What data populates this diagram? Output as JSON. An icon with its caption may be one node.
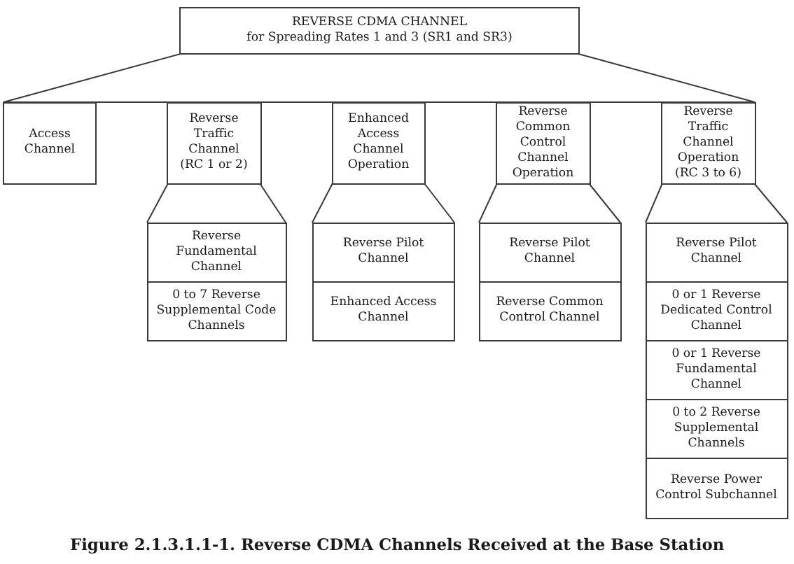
{
  "diagram": {
    "caption": "Figure 2.1.3.1.1-1. Reverse CDMA Channels Received at the Base Station",
    "nodes": [
      {
        "text": [
          "REVERSE CDMA CHANNEL",
          "for Spreading Rates 1 and 3 (SR1 and SR3)"
        ]
      },
      {
        "text": [
          "Access Channel"
        ]
      },
      {
        "text": [
          "Reverse Traffic Channel (RC 1 or 2)"
        ]
      },
      {
        "text": [
          "Enhanced Access Channel Operation"
        ]
      },
      {
        "text": [
          "Reverse Common Control Channel Operation"
        ]
      },
      {
        "text": [
          "Reverse Traffic Channel Operation (RC 3 to 6)"
        ]
      },
      {
        "text": [
          "Reverse Fundamental Channel"
        ]
      },
      {
        "text": [
          "0 to 7 Reverse Supplemental Code Channels"
        ]
      },
      {
        "text": [
          "Reverse Pilot Channel"
        ]
      },
      {
        "text": [
          "Enhanced Access Channel"
        ]
      },
      {
        "text": [
          "Reverse Pilot Channel"
        ]
      },
      {
        "text": [
          "Reverse Common Control Channel"
        ]
      },
      {
        "text": [
          "Reverse Pilot Channel"
        ]
      },
      {
        "text": [
          "0 or 1 Reverse Dedicated Control Channel"
        ]
      },
      {
        "text": [
          "0 or 1 Reverse Fundamental Channel"
        ]
      },
      {
        "text": [
          "0 to 2 Reverse Supplemental Channels"
        ]
      },
      {
        "text": [
          "Reverse Power Control Subchannel"
        ]
      }
    ],
    "edges": [
      {
        "from": 0,
        "to": 1,
        "arrow": "none"
      },
      {
        "from": 0,
        "to": 2,
        "arrow": "none"
      },
      {
        "from": 0,
        "to": 3,
        "arrow": "none"
      },
      {
        "from": 0,
        "to": 4,
        "arrow": "none"
      },
      {
        "from": 0,
        "to": 5,
        "arrow": "none"
      },
      {
        "from": 2,
        "to": 6,
        "arrow": "none"
      },
      {
        "from": 3,
        "to": 8,
        "arrow": "none"
      },
      {
        "from": 4,
        "to": 10,
        "arrow": "none"
      },
      {
        "from": 5,
        "to": 12,
        "arrow": "none"
      }
    ]
  }
}
